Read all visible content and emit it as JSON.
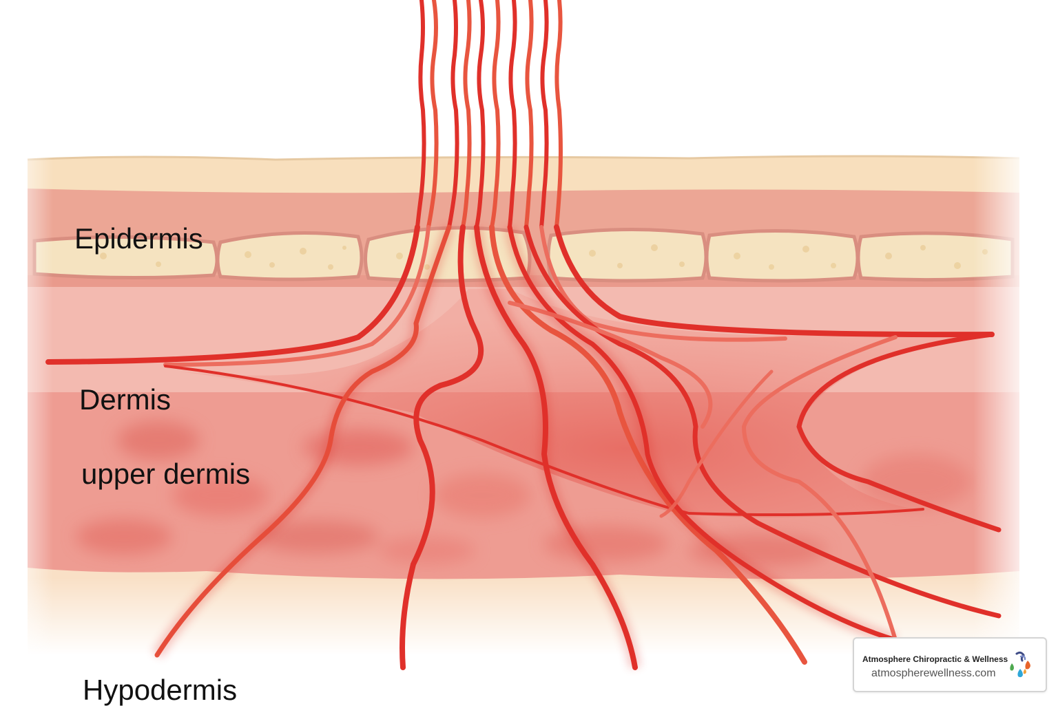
{
  "labels": {
    "epidermis": "Epidermis",
    "dermis": "Dermis",
    "upper_dermis": "upper dermis",
    "hypodermis": "Hypodermis"
  },
  "brand": {
    "name": "Atmosphere Chiropractic & Wellness",
    "url": "atmospherewellness.com",
    "logo_icon": "water-droplets-logo-icon"
  },
  "colors": {
    "vessel_red": "#e0302a",
    "vessel_light": "#eb6a5f",
    "skin_surface": "#f8dfbd",
    "epidermis_pink": "#eba595",
    "dermis_red": "#e9847a",
    "fat_cell": "#f5e3c0",
    "hypodermis": "#f9e0c6"
  }
}
